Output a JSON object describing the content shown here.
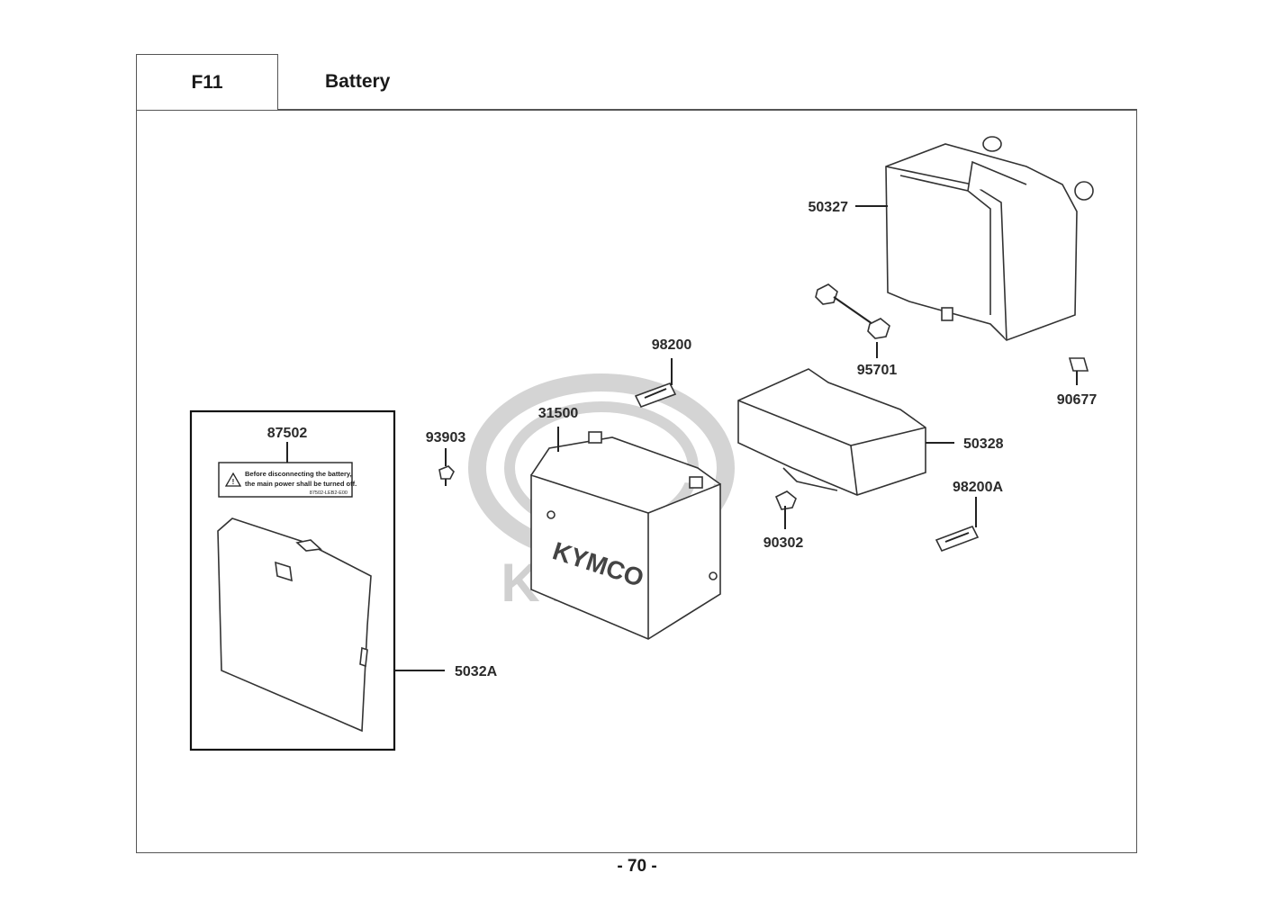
{
  "header": {
    "code": "F11",
    "title": "Battery"
  },
  "watermark": {
    "brand": "KYMCO"
  },
  "parts": [
    {
      "number": "50327"
    },
    {
      "number": "98200"
    },
    {
      "number": "95701"
    },
    {
      "number": "90677"
    },
    {
      "number": "87502"
    },
    {
      "number": "31500"
    },
    {
      "number": "93903"
    },
    {
      "number": "50328"
    },
    {
      "number": "98200A"
    },
    {
      "number": "90302"
    },
    {
      "number": "5032A"
    }
  ],
  "label_sticker": {
    "line1": "Before disconnecting the battery,",
    "line2": "the main power shall be turned off.",
    "code": "87502-LEB2-E00"
  },
  "battery_print": {
    "brand": "KYMCO"
  },
  "footer": {
    "page": "- 70 -"
  }
}
